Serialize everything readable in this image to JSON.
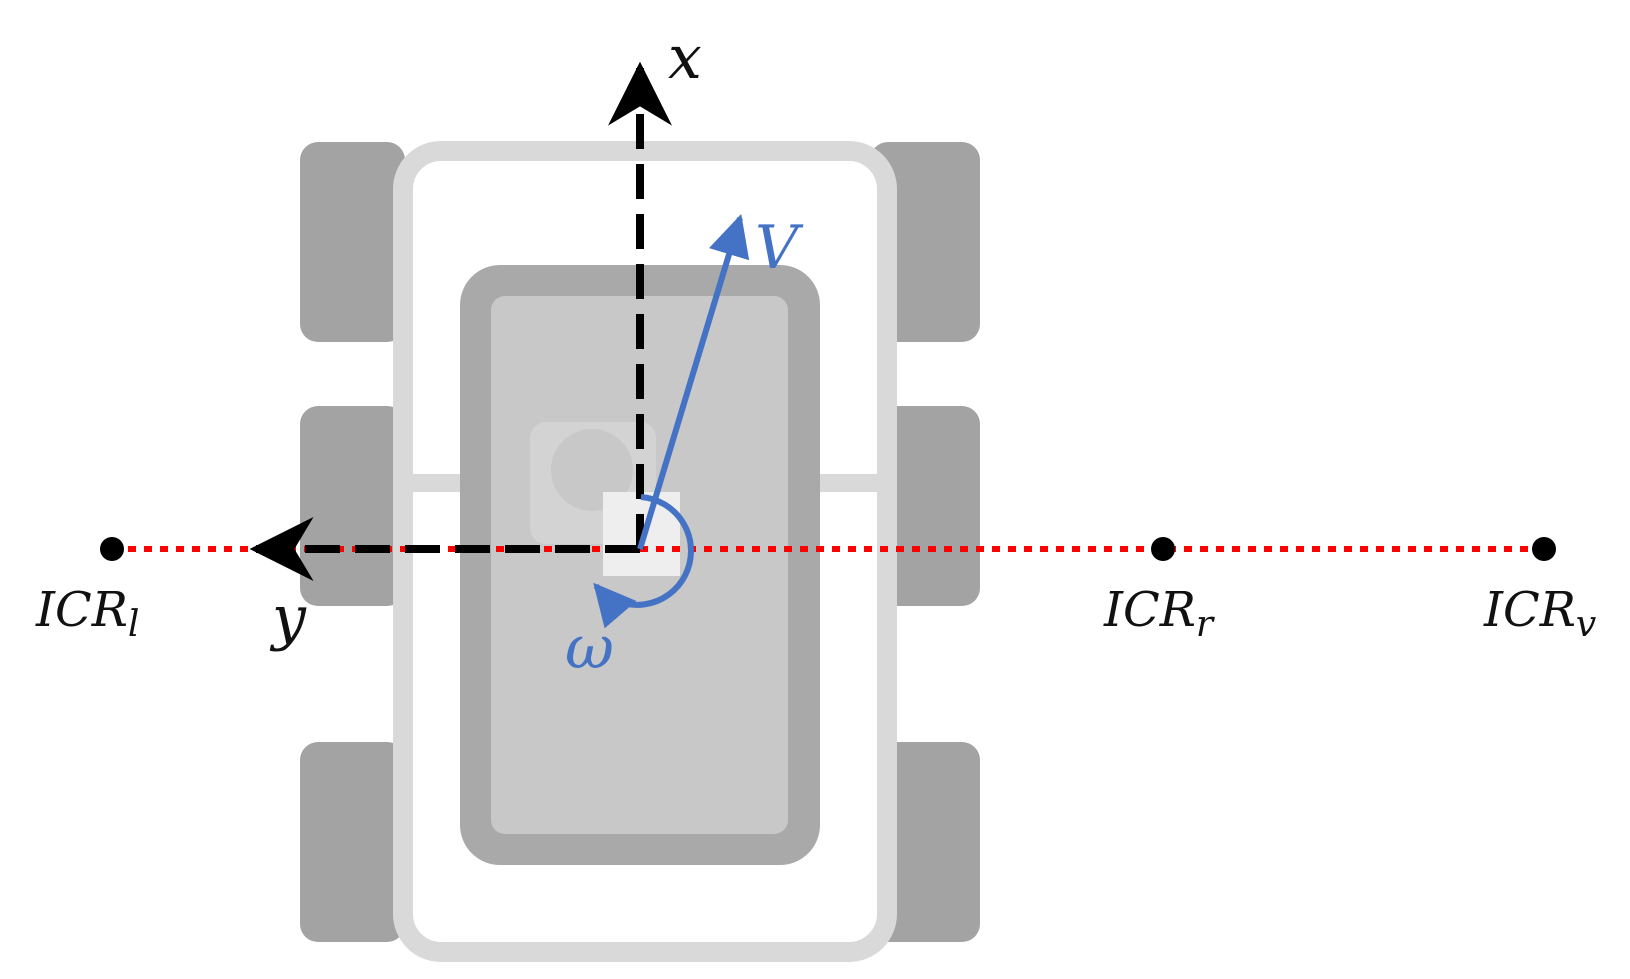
{
  "labels": {
    "x_axis": "x",
    "y_axis": "y",
    "velocity": "V",
    "angular_velocity": "ω",
    "icr_left": {
      "base": "ICR",
      "sub": "l"
    },
    "icr_right": {
      "base": "ICR",
      "sub": "r"
    },
    "icr_vehicle": {
      "base": "ICR",
      "sub": "v"
    }
  },
  "colors": {
    "wheel": "#a3a3a3",
    "frame_stroke": "#d9d9d9",
    "body_outer": "#a9a9a9",
    "body_inner": "#c8c8c8",
    "axis": "#000000",
    "velocity": "#4472c4",
    "icr_line": "#ff0000",
    "icr_point": "#000000"
  }
}
